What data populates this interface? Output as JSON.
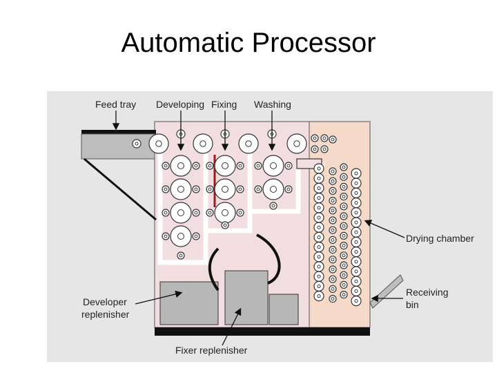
{
  "title": "Automatic Processor",
  "labels": {
    "feed_tray": "Feed tray",
    "developing": "Developing",
    "fixing": "Fixing",
    "washing": "Washing",
    "drying_chamber": "Drying chamber",
    "receiving_bin_1": "Receiving",
    "receiving_bin_2": "bin",
    "developer_replenisher_1": "Developer",
    "developer_replenisher_2": "replenisher",
    "fixer_replenisher": "Fixer replenisher"
  },
  "colors": {
    "panel_bg": "#e6e6e6",
    "processor_body": "#f2dde1",
    "dryer_section": "#f5d9c9",
    "tray_gray": "#bdbdbd",
    "crossover_bar": "#9b1c1c"
  },
  "icons": [
    "roller-icon",
    "arrow-icon"
  ]
}
